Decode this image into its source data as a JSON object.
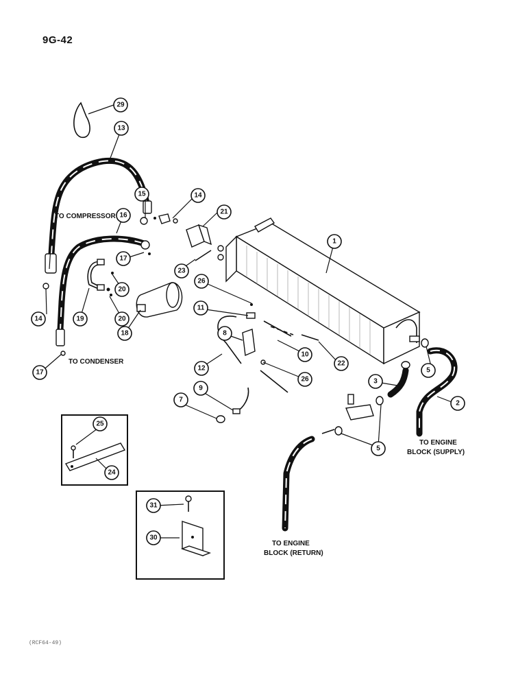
{
  "page_number": "9G-42",
  "footer_code": "(RCF64-49)",
  "labels": {
    "to_compressor": "TO COMPRESSOR",
    "to_condenser": "TO CONDENSER",
    "to_engine_supply_1": "TO ENGINE",
    "to_engine_supply_2": "BLOCK (SUPPLY)",
    "to_engine_return_1": "TO ENGINE",
    "to_engine_return_2": "BLOCK (RETURN)"
  },
  "callouts": {
    "c1": "1",
    "c2": "2",
    "c3": "3",
    "c5a": "5",
    "c5b": "5",
    "c7": "7",
    "c8": "8",
    "c9": "9",
    "c10": "10",
    "c11": "11",
    "c12": "12",
    "c13": "13",
    "c14a": "14",
    "c14b": "14",
    "c15": "15",
    "c16": "16",
    "c17a": "17",
    "c17b": "17",
    "c18": "18",
    "c19": "19",
    "c20a": "20",
    "c20b": "20",
    "c21": "21",
    "c22": "22",
    "c23": "23",
    "c24": "24",
    "c25": "25",
    "c26a": "26",
    "c26b": "26",
    "c29": "29",
    "c30": "30",
    "c31": "31"
  }
}
